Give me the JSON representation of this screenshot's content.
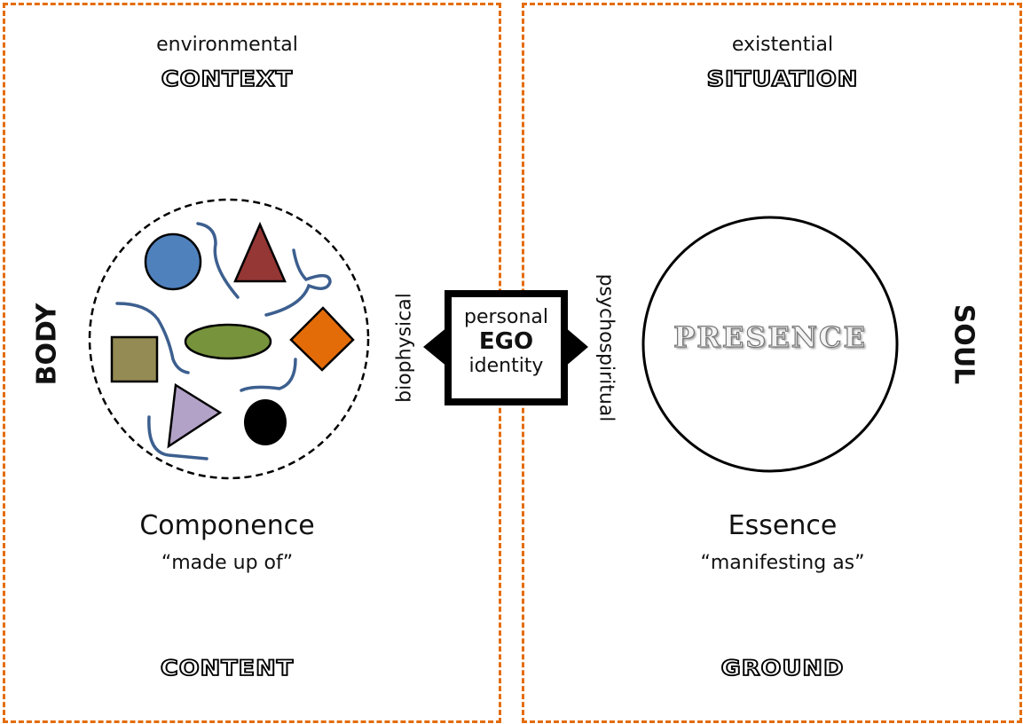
{
  "left_panel": {
    "top_small": "environmental",
    "top_label": "CONTEXT",
    "side_label": "BODY",
    "main_label": "Componence",
    "quote": "“made up of”",
    "bottom_label": "CONTENT"
  },
  "right_panel": {
    "top_small": "existential",
    "top_label": "SITUATION",
    "side_label": "SOUL",
    "circle_label": "PRESENCE",
    "main_label": "Essence",
    "quote": "“manifesting as”",
    "bottom_label": "GROUND"
  },
  "center": {
    "line1": "personal",
    "line2": "EGO",
    "line3": "identity",
    "left_axis": "biophysical",
    "right_axis": "psychospiritual"
  },
  "colors": {
    "border": "#e46c0a",
    "blue": "#4f81bd",
    "red": "#953735",
    "olive": "#948a54",
    "green": "#77933c",
    "orange": "#e36c09",
    "lilac": "#b3a2c7",
    "line": "#3c5f8f"
  }
}
